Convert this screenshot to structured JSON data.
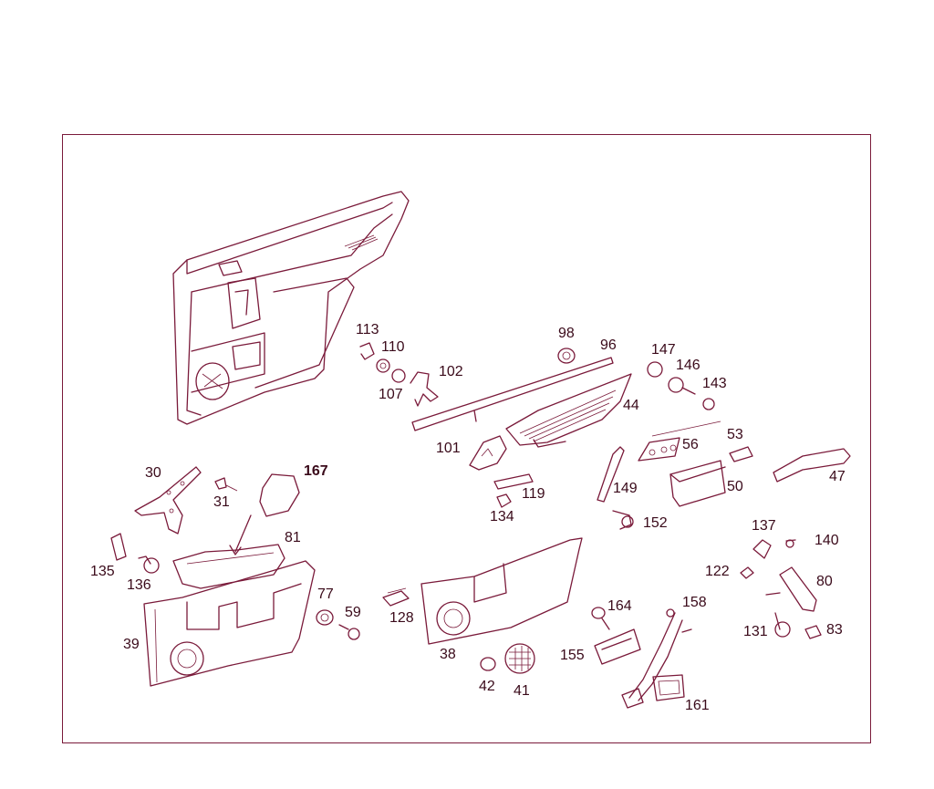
{
  "colors": {
    "line": "#7a1a3a",
    "text": "#3a0a1a",
    "background": "#ffffff"
  },
  "parts": {
    "p113": "113",
    "p110": "110",
    "p107": "107",
    "p102": "102",
    "p98": "98",
    "p96": "96",
    "p44": "44",
    "p101": "101",
    "p147": "147",
    "p146": "146",
    "p143": "143",
    "p53": "53",
    "p56": "56",
    "p50": "50",
    "p47": "47",
    "p149": "149",
    "p152": "152",
    "p119": "119",
    "p134": "134",
    "p30": "30",
    "p31": "31",
    "p167": "167",
    "p81": "81",
    "p135": "135",
    "p136": "136",
    "p39": "39",
    "p77": "77",
    "p59": "59",
    "p128": "128",
    "p38": "38",
    "p42": "42",
    "p41": "41",
    "p164": "164",
    "p158": "158",
    "p155": "155",
    "p161": "161",
    "p137": "137",
    "p140": "140",
    "p122": "122",
    "p80": "80",
    "p131": "131",
    "p83": "83"
  }
}
